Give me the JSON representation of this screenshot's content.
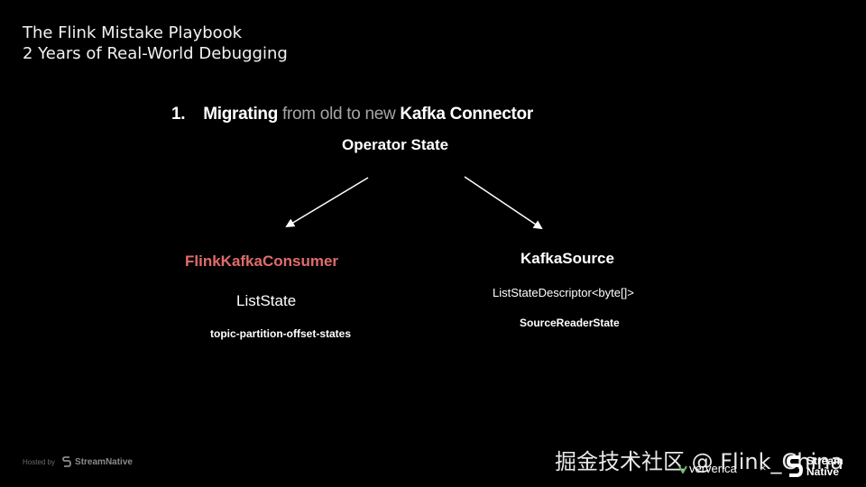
{
  "slide": {
    "title_line1": "The Flink Mistake Playbook",
    "title_line2": "2 Years of Real-World Debugging",
    "heading": {
      "number": "1.",
      "part1": "Migrating",
      "part2": "from old to new",
      "part3": "Kafka Connector"
    },
    "operator_state": "Operator State",
    "left": {
      "title": "FlinkKafkaConsumer",
      "state": "ListState",
      "name": "topic-partition-offset-states"
    },
    "right": {
      "title": "KafkaSource",
      "descriptor": "ListStateDescriptor<byte[]>",
      "name": "SourceReaderState"
    }
  },
  "footer": {
    "hosted_by": "Hosted by",
    "hosted_brand": "StreamNative",
    "watermark": "掘金技术社区 @ Flink_China",
    "ververica": "ververica",
    "times": "×",
    "sn_line1": "Stream",
    "sn_line2": "Native"
  },
  "colors": {
    "background": "#000000",
    "accent_red": "#e06c6c",
    "muted": "#a6a6a6"
  }
}
